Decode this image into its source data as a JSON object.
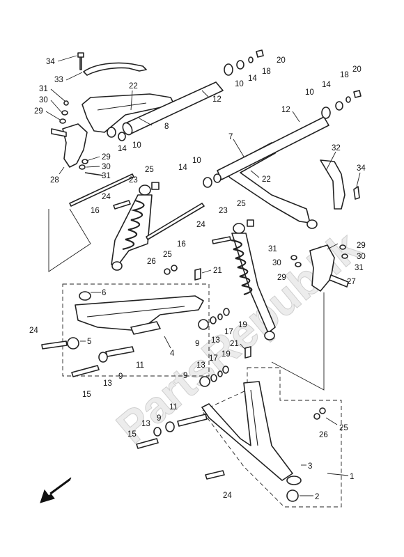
{
  "watermark": "PartsRepublik",
  "callouts": {
    "c1": "1",
    "c2": "2",
    "c3": "3",
    "c4": "4",
    "c5": "5",
    "c6": "6",
    "c7": "7",
    "c8": "8",
    "c9": "9",
    "c10": "10",
    "c11": "11",
    "c12": "12",
    "c13": "13",
    "c14": "14",
    "c15": "15",
    "c16": "16",
    "c17": "17",
    "c18": "18",
    "c19": "19",
    "c20": "20",
    "c21": "21",
    "c22": "22",
    "c23": "23",
    "c24": "24",
    "c25": "25",
    "c26": "26",
    "c27": "27",
    "c28": "28",
    "c29": "29",
    "c30": "30",
    "c31": "31",
    "c32": "32",
    "c33": "33",
    "c34": "34"
  }
}
